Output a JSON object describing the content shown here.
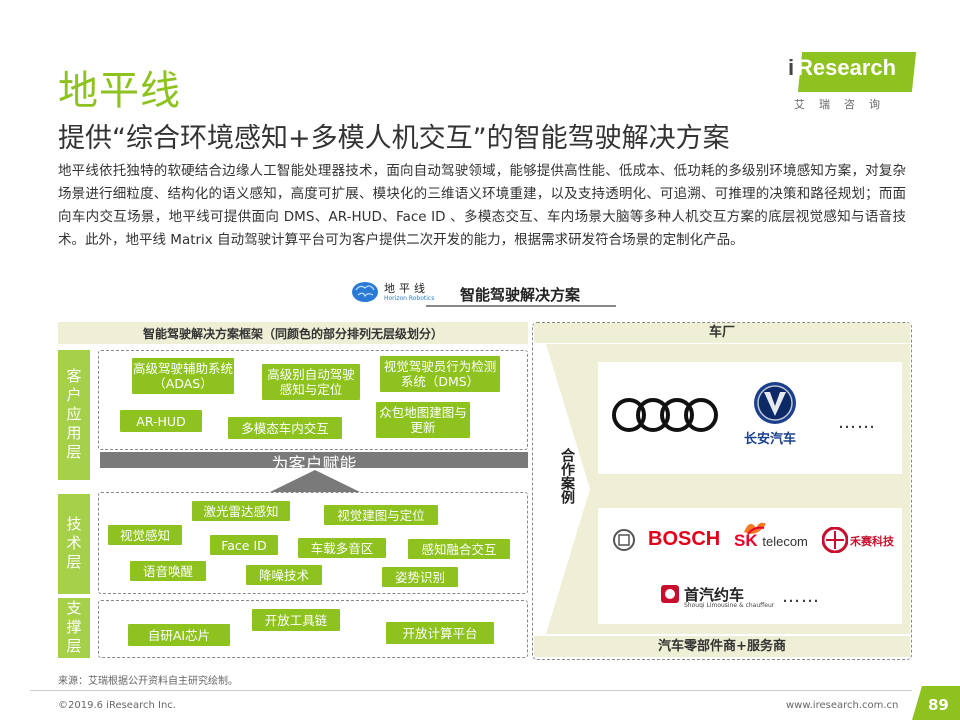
{
  "header": {
    "section_title": "地平线",
    "main_title": "提供“综合环境感知+多模人机交互”的智能驾驶解决方案",
    "logo_i": "i",
    "logo_text": "Research",
    "logo_sub": "艾瑞咨询"
  },
  "intro": "地平线依托独特的软硬结合边缘人工智能处理器技术，面向自动驾驶领域，能够提供高性能、低成本、低功耗的多级别环境感知方案，对复杂场景进行细粒度、结构化的语义感知，高度可扩展、模块化的三维语义环境重建，以及支持透明化、可追溯、可推理的决策和路径规划；而面向车内交互场景，地平线可提供面向 DMS、AR-HUD、Face ID 、多模态交互、车内场景大脑等多种人机交互方案的底层视觉感知与语音技术。此外，地平线 Matrix 自动驾驶计算平台可为客户提供二次开发的能力，根据需求研发符合场景的定制化产品。",
  "diagram": {
    "company_logo_name": "地平线",
    "company_logo_en": "Horizon Robotics",
    "title": "智能驾驶解决方案",
    "framework_title": "智能驾驶解决方案框架（同颜色的部分排列无层级划分）",
    "layers": {
      "app": "客户应用层",
      "tech": "技术层",
      "support": "支撑层"
    },
    "app_items": [
      "高级驾驶辅助系统（ADAS）",
      "高级别自动驾驶感知与定位",
      "视觉驾驶员行为检测系统（DMS）",
      "AR-HUD",
      "多模态车内交互",
      "众包地图建图与更新"
    ],
    "enable_label": "为客户赋能",
    "tech_items": [
      "激光雷达感知",
      "视觉建图与定位",
      "视觉感知",
      "Face ID",
      "车载多音区",
      "感知融合交互",
      "语音唤醒",
      "降噪技术",
      "姿势识别"
    ],
    "support_items": [
      "开放工具链",
      "自研AI芯片",
      "开放计算平台"
    ]
  },
  "partners": {
    "oem_title": "车厂",
    "coop_label": "合作案例",
    "changan": "长安汽车",
    "ellipsis": "……",
    "bosch": "BOSCH",
    "sk_main": "SK",
    "sk_sub": "telecom",
    "hs": "禾赛科技",
    "sq": "首汽约车",
    "sq_en": "Shouqi Limousine & chauffeur",
    "supplier_title": "汽车零部件商+服务商"
  },
  "footer": {
    "source": "来源：艾瑞根据公开资料自主研究绘制。",
    "copyright": "©2019.6 iResearch Inc.",
    "site": "www.iresearch.com.cn",
    "page": "89"
  },
  "colors": {
    "accent": "#8dc21f",
    "layer": "#a6cf4a",
    "header_bg": "#efefd6"
  }
}
